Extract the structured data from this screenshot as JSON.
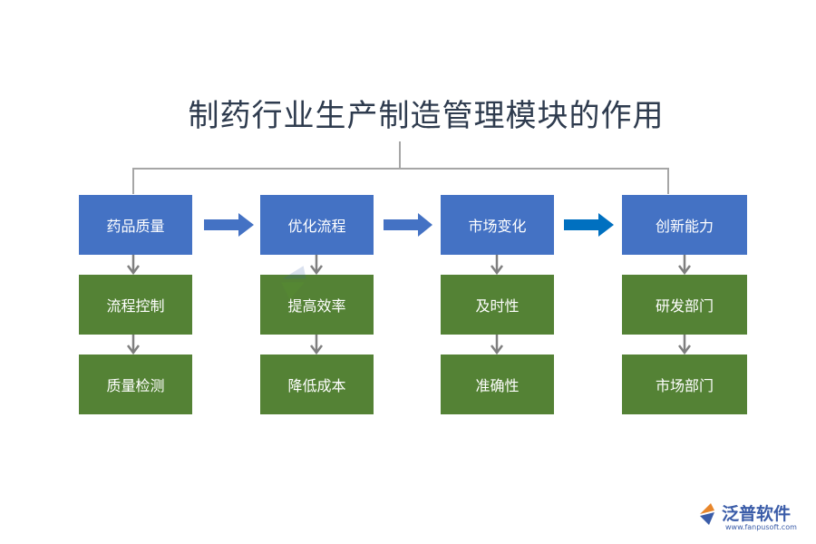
{
  "title": "制药行业生产制造管理模块的作用",
  "columns": [
    {
      "header": "药品质量",
      "items": [
        "流程控制",
        "质量检测"
      ]
    },
    {
      "header": "优化流程",
      "items": [
        "提高效率",
        "降低成本"
      ]
    },
    {
      "header": "市场变化",
      "items": [
        "及时性",
        "准确性"
      ]
    },
    {
      "header": "创新能力",
      "items": [
        "研发部门",
        "市场部门"
      ]
    }
  ],
  "logo": {
    "name": "泛普软件",
    "url": "www.fanpusoft.com"
  },
  "colors": {
    "header_box": "#4472c4",
    "item_box": "#548235",
    "arrow_right": "#4472c4",
    "arrow_right_last": "#0070c0",
    "connector": "#a6a6a6",
    "arrow_down": "#7f7f7f"
  }
}
